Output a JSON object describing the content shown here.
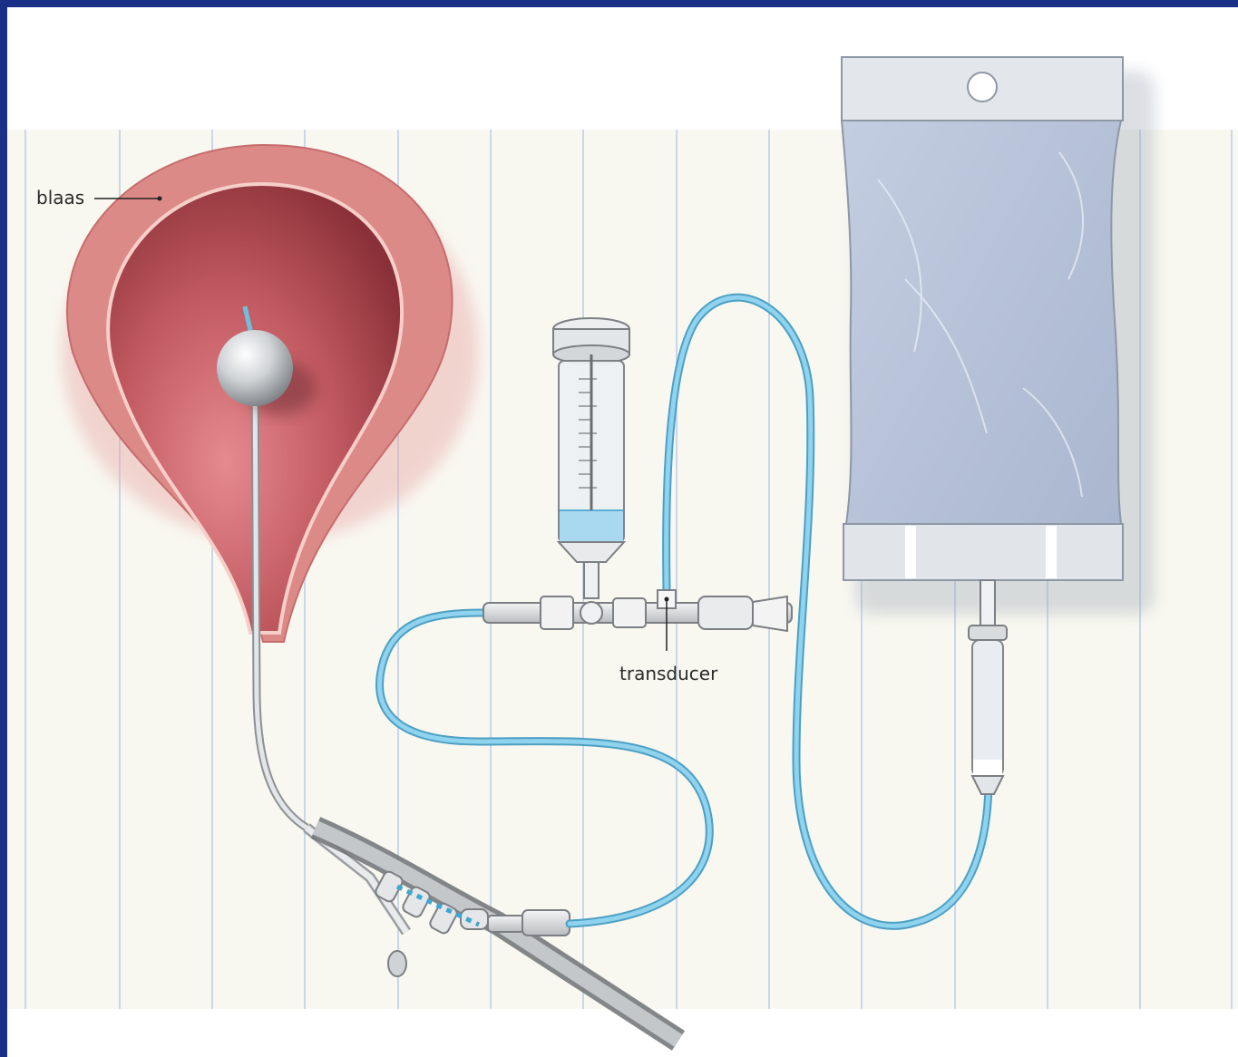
{
  "labels": {
    "bladder": "blaas",
    "transducer": "transducer"
  },
  "colors": {
    "frame": "#1a2f86",
    "paper": "#f8f8f0",
    "paper_lines": "#c9d6ec",
    "bladder_wall": "#d98585",
    "bladder_lumen": "#b9535a",
    "tubing": "#7ec8e8",
    "bag_fluid": "#b3bfd6"
  },
  "icons": {
    "bladder": "bladder-cross-section",
    "catheter": "urinary-catheter",
    "balloon": "catheter-balloon",
    "syringe": "graduated-syringe",
    "three_way_tap": "stopcock-connector",
    "bag": "iv-fluid-bag",
    "drip_chamber": "drip-chamber"
  }
}
